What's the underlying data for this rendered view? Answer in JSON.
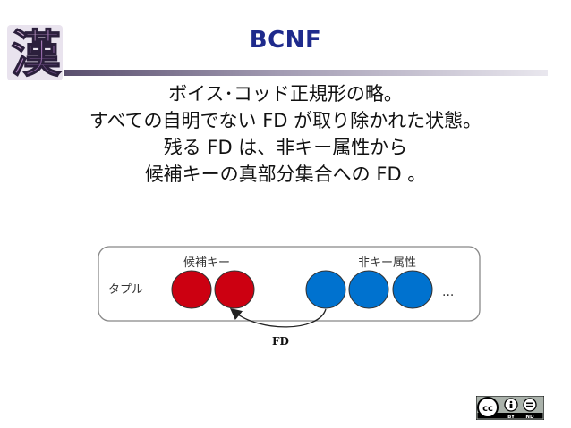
{
  "slide": {
    "title": "BCNF",
    "lines": [
      "ボイス･コッド正規形の略。",
      "すべての自明でない FD が取り除かれた状態。",
      "残る FD は、非キー属性から",
      "候補キーの真部分集合への FD 。"
    ]
  },
  "diagram": {
    "row_label": "タプル",
    "key_label": "候補キー",
    "nonkey_label": "非キー属性",
    "ellipsis": "...",
    "arrow_label": "FD",
    "colors": {
      "key": "#cc0011",
      "nonkey": "#0072cf",
      "box_border": "#888888",
      "box_fill": "#ffffff"
    }
  },
  "license": {
    "cc": "cc",
    "by": "BY",
    "nd": "ND"
  },
  "logo": {
    "glyph": "漢"
  }
}
